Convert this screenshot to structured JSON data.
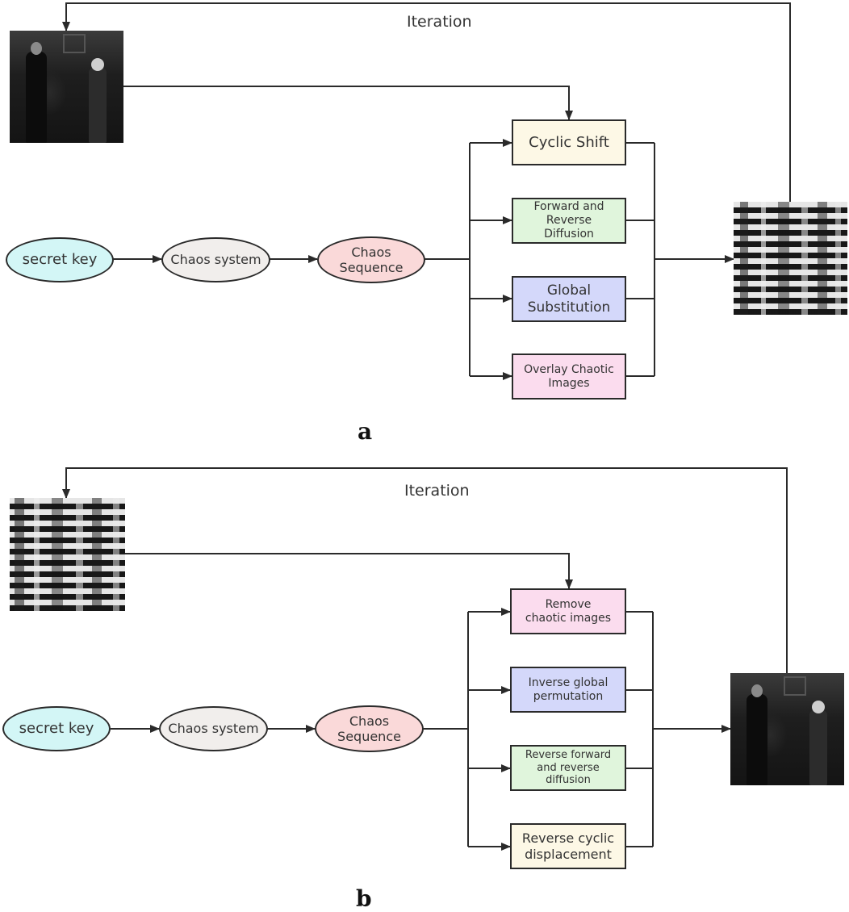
{
  "panels": [
    {
      "letter": "a",
      "iteration_label": "Iteration",
      "input_image": "plain-image",
      "output_image": "cipher-image",
      "secret_key": "secret key",
      "chaos_system": "Chaos system",
      "chaos_sequence": "Chaos Sequence",
      "steps": [
        {
          "label": "Cyclic Shift",
          "color": "#fdf8e6"
        },
        {
          "label": "Forward and Reverse Diffusion",
          "color": "#e0f5dc"
        },
        {
          "label": "Global Substitution",
          "color": "#d4d8fa"
        },
        {
          "label": "Overlay Chaotic Images",
          "color": "#fbdcee"
        }
      ]
    },
    {
      "letter": "b",
      "iteration_label": "Iteration",
      "input_image": "cipher-image",
      "output_image": "plain-image",
      "secret_key": "secret key",
      "chaos_system": "Chaos system",
      "chaos_sequence": "Chaos Sequence",
      "steps": [
        {
          "label": "Remove chaotic images",
          "color": "#fbdcee"
        },
        {
          "label": "Inverse global permutation",
          "color": "#d4d8fa"
        },
        {
          "label": "Reverse forward and reverse diffusion",
          "color": "#e0f5dc"
        },
        {
          "label": "Reverse cyclic displacement",
          "color": "#fdf8e6"
        }
      ]
    }
  ],
  "colors": {
    "secret_key_fill": "#d3f6f6",
    "chaos_system_fill": "#f1eeec",
    "chaos_sequence_fill": "#fad9d9",
    "line": "#2a2a2a"
  }
}
